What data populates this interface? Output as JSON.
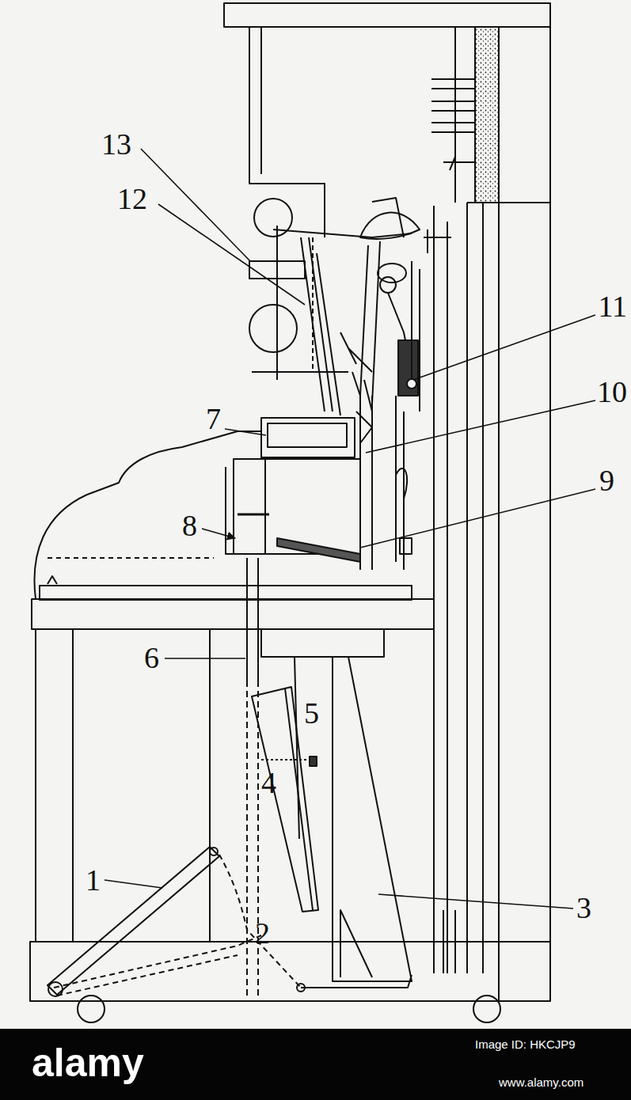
{
  "diagram": {
    "labels": [
      "13",
      "12",
      "11",
      "10",
      "7",
      "8",
      "9",
      "6",
      "5",
      "4",
      "1",
      "2",
      "3",
      "alamy",
      "Image ID: HKCJP9",
      "www.alamy.com"
    ]
  }
}
